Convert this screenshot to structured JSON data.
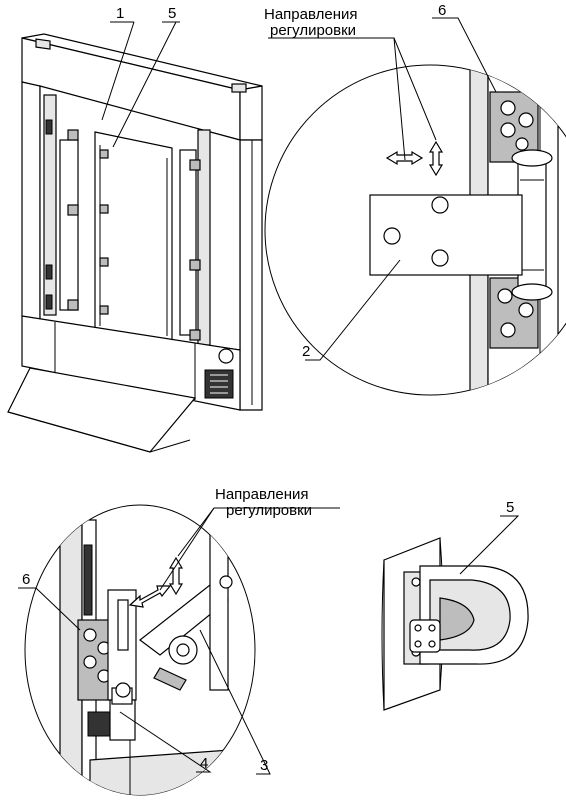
{
  "callouts": {
    "c1": "1",
    "c5_top": "5",
    "c6_top": "6",
    "c2": "2",
    "c6_bottom": "6",
    "c4": "4",
    "c3": "3",
    "c5_bottom": "5"
  },
  "captions": {
    "top": {
      "line1": "Направления",
      "line2": "регулировки"
    },
    "bottom": {
      "line1": "Направления",
      "line2": "регулировки"
    }
  }
}
